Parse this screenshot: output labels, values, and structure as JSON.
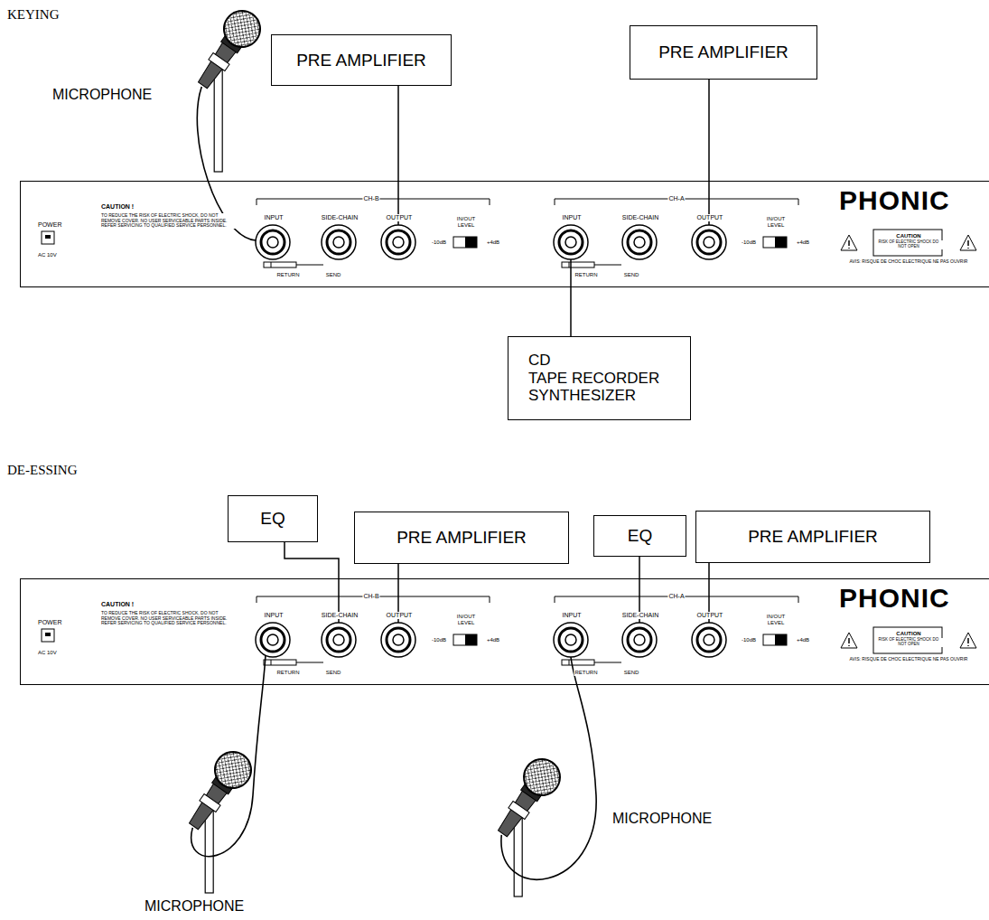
{
  "diagram": {
    "nodes": [
      {
        "text": [
          "PRE AMPLIFIER"
        ]
      },
      {
        "text": [
          "PRE AMPLIFIER"
        ]
      },
      {
        "text": [
          "POWER",
          "AC 10V",
          "CAUTION !",
          "TO REDUCE THE RISK OF ELECTRIC SHOCK, DO NOT REMOVE COVER. NO USER SERVICEABLE PARTS INSIDE. REFER SERVICING TO QUALIFIED SERVICE PERSONNEL.",
          "CH-B",
          "INPUT",
          "SIDE-CHAIN",
          "OUTPUT",
          "RETURN",
          "SEND",
          "IN/OUT LEVEL",
          "-10dB",
          "+4dB",
          "CH-A",
          "INPUT",
          "SIDE-CHAIN",
          "OUTPUT",
          "RETURN",
          "SEND",
          "IN/OUT LEVEL",
          "-10dB",
          "+4dB",
          "PHONIC",
          "CAUTION",
          "RISK OF ELECTRIC SHOCK DO NOT OPEN",
          "AVIS: RISQUE DE CHOC ELECTRIQUE NE PAS OUVRIR"
        ]
      },
      {
        "text": [
          "CD TAPE RECORDER SYNTHESIZER"
        ]
      },
      {
        "text": [
          "EQ"
        ]
      },
      {
        "text": [
          "PRE AMPLIFIER"
        ]
      },
      {
        "text": [
          "EQ"
        ]
      },
      {
        "text": [
          "PRE AMPLIFIER"
        ]
      },
      {
        "text": [
          "POWER",
          "AC 10V",
          "CAUTION !",
          "TO REDUCE THE RISK OF ELECTRIC SHOCK, DO NOT REMOVE COVER. NO USER SERVICEABLE PARTS INSIDE. REFER SERVICING TO QUALIFIED SERVICE PERSONNEL.",
          "CH-B",
          "INPUT",
          "SIDE-CHAIN",
          "OUTPUT",
          "RETURN",
          "SEND",
          "IN/OUT LEVEL",
          "-10dB",
          "+4dB",
          "CH-A",
          "INPUT",
          "SIDE-CHAIN",
          "OUTPUT",
          "RETURN",
          "SEND",
          "IN/OUT LEVEL",
          "-10dB",
          "+4dB",
          "PHONIC",
          "CAUTION",
          "RISK OF ELECTRIC SHOCK DO NOT OPEN",
          "AVIS: RISQUE DE CHOC ELECTRIQUE NE PAS OUVRIR"
        ]
      }
    ],
    "edges": [
      {
        "from": 0,
        "to": 2,
        "arrow": "none"
      },
      {
        "from": 1,
        "to": 2,
        "arrow": "none"
      },
      {
        "from": 3,
        "to": 2,
        "arrow": "none"
      },
      {
        "from": 4,
        "to": 8,
        "arrow": "none"
      },
      {
        "from": 5,
        "to": 8,
        "arrow": "none"
      },
      {
        "from": 6,
        "to": 8,
        "arrow": "none"
      },
      {
        "from": 7,
        "to": 8,
        "arrow": "none"
      }
    ],
    "labels": [
      "KEYING",
      "MICROPHONE",
      "DE-ESSING",
      "MICROPHONE",
      "MICROPHONE"
    ]
  }
}
